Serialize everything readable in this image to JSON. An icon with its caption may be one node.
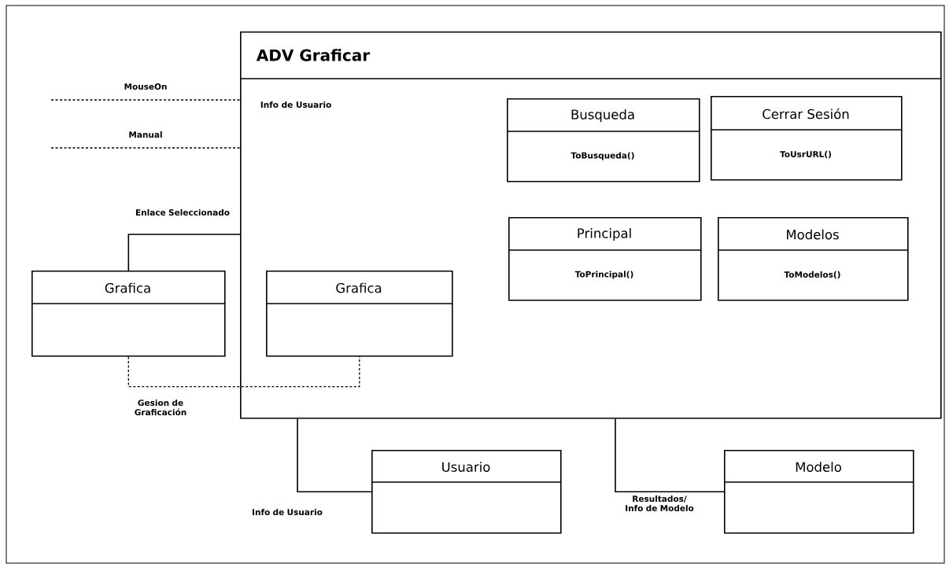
{
  "diagram": {
    "nodes": [
      {
        "text": [
          "ADV Graficar",
          "Info de Usuario"
        ]
      },
      {
        "text": [
          "Busqueda",
          "ToBusqueda()"
        ],
        "in": 0
      },
      {
        "text": [
          "Cerrar Sesión",
          "ToUsrURL()"
        ],
        "in": 0
      },
      {
        "text": [
          "Principal",
          "ToPrincipal()"
        ],
        "in": 0
      },
      {
        "text": [
          "Modelos",
          "ToModelos()"
        ],
        "in": 0
      },
      {
        "text": [
          "Grafica"
        ],
        "in": 0
      },
      {
        "text": [
          "Grafica"
        ]
      },
      {
        "text": [
          "Usuario"
        ]
      },
      {
        "text": [
          "Modelo"
        ]
      }
    ],
    "edges": [
      {
        "from": null,
        "to": 0,
        "arrow": "none",
        "label": "MouseOn",
        "style": "dashed"
      },
      {
        "from": null,
        "to": 0,
        "arrow": "none",
        "label": "Manual",
        "style": "dashed"
      },
      {
        "from": 6,
        "to": 0,
        "arrow": "none",
        "label": "Enlace Seleccionado"
      },
      {
        "from": 6,
        "to": 5,
        "arrow": "none",
        "label": "Gesion de Graficación",
        "style": "dashed"
      },
      {
        "from": 0,
        "to": 7,
        "arrow": "none",
        "label": "Info de Usuario"
      },
      {
        "from": 0,
        "to": 8,
        "arrow": "none",
        "label": "Resultados/ Info de Modelo"
      }
    ]
  }
}
